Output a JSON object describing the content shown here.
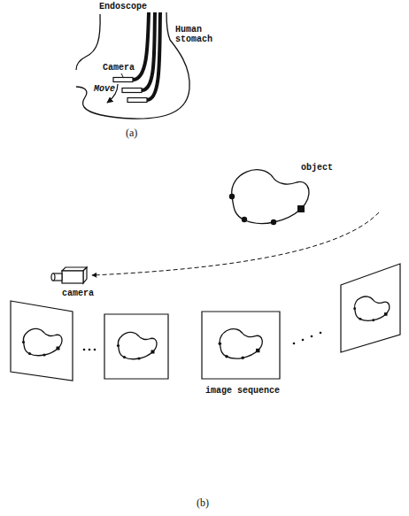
{
  "diagram": {
    "labels": [
      "Endoscope",
      "Camera",
      "Human stomach",
      "Move",
      "(a)",
      "object",
      "camera",
      "image sequence",
      "(b)"
    ]
  }
}
